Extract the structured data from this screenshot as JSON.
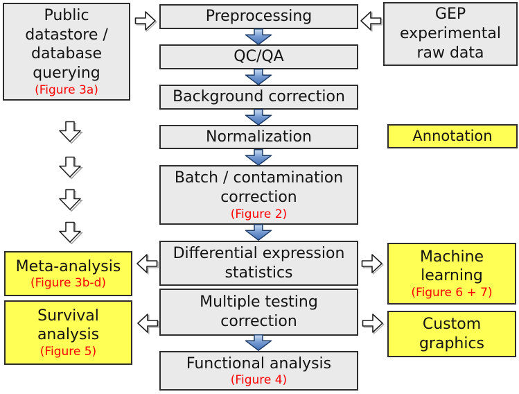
{
  "diagram": {
    "left": {
      "public_datastore": {
        "label": "Public\ndatastore /\ndatabase\nquerying",
        "figure": "(Figure 3a)"
      },
      "meta_analysis": {
        "label": "Meta-analysis",
        "figure": "(Figure 3b-d)"
      },
      "survival_analysis": {
        "label": "Survival\nanalysis",
        "figure": "(Figure 5)"
      }
    },
    "center": {
      "preprocessing": {
        "label": "Preprocessing"
      },
      "qcqa": {
        "label": "QC/QA"
      },
      "background_correction": {
        "label": "Background correction"
      },
      "normalization": {
        "label": "Normalization"
      },
      "batch_correction": {
        "label": "Batch / contamination\ncorrection",
        "figure": "(Figure 2)"
      },
      "diff_expression": {
        "label": "Differential expression\nstatistics"
      },
      "multiple_testing": {
        "label": "Multiple testing\ncorrection"
      },
      "functional_analysis": {
        "label": "Functional analysis",
        "figure": "(Figure 4)"
      }
    },
    "right": {
      "gep_raw_data": {
        "label": "GEP\nexperimental\nraw data"
      },
      "annotation": {
        "label": "Annotation"
      },
      "machine_learning": {
        "label": "Machine\nlearning",
        "figure": "(Figure 6 + 7)"
      },
      "custom_graphics": {
        "label": "Custom\ngraphics"
      }
    },
    "colors": {
      "box_gray": "#eaeaea",
      "box_yellow": "#ffff55",
      "box_border": "#2d2d2d",
      "figure_red": "#ff0000",
      "flow_arrow_blue_light": "#c9dcf2",
      "flow_arrow_blue_dark": "#3f6db5",
      "flow_arrow_outline": "#1b3a66"
    },
    "icons": {
      "blue_down_arrow": "filled-down-block-arrow",
      "hollow_down_arrow": "outlined-down-block-arrow",
      "hollow_right_arrow": "outlined-right-block-arrow",
      "hollow_left_arrow": "outlined-left-block-arrow"
    }
  }
}
